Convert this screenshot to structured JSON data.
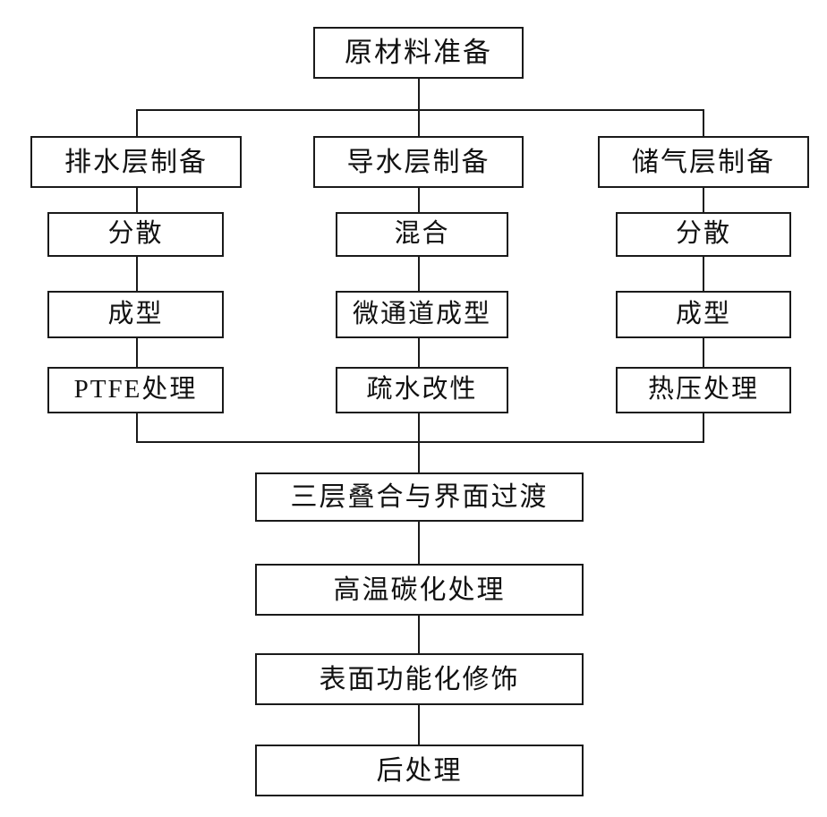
{
  "diagram": {
    "type": "flowchart",
    "orientation": "top-to-bottom",
    "title_text": "原材料准备",
    "nodes": {
      "raw_material": "原材料准备",
      "columns": [
        {
          "header": "排水层制备",
          "steps": [
            "分散",
            "成型",
            "PTFE处理"
          ]
        },
        {
          "header": "导水层制备",
          "steps": [
            "混合",
            "微通道成型",
            "疏水改性"
          ]
        },
        {
          "header": "储气层制备",
          "steps": [
            "分散",
            "成型",
            "热压处理"
          ]
        }
      ],
      "chain": [
        "三层叠合与界面过渡",
        "高温碳化处理",
        "表面功能化修饰",
        "后处理"
      ]
    },
    "colors": {
      "stroke": "#1a1a1a",
      "fill": "#ffffff",
      "text": "#111111"
    }
  }
}
